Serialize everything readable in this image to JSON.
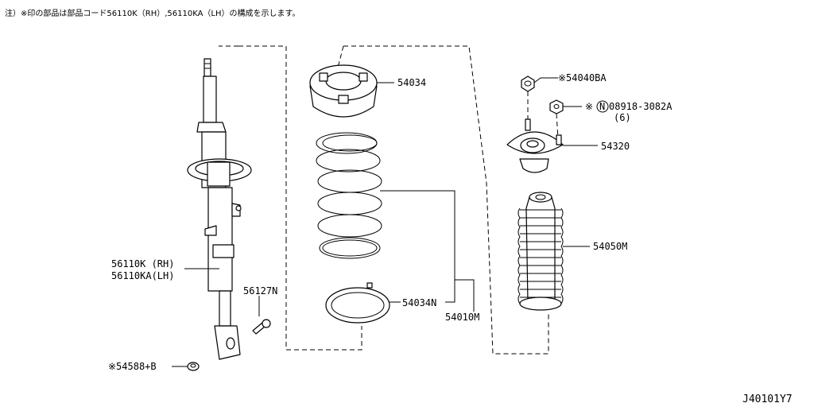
{
  "note": "注）※印の部品は部品コード56110K（RH）,56110KA（LH）の構成を示します。",
  "diagram_code": "J40101Y7",
  "parts": {
    "strut_rh": "56110K (RH)",
    "strut_lh": "56110KA(LH)",
    "bolt": "56127N",
    "nut_lower": "※54588+B",
    "mount_insulator": "54034",
    "spring": "54010M",
    "spring_seat": "54034N",
    "nut_top": "※54040BA",
    "nut_mount_prefix": "※",
    "nut_mount_circle": "N",
    "nut_mount": "08918-3082A",
    "nut_mount_qty": "(6)",
    "mount_bracket": "54320",
    "bound_bumper": "54050M"
  }
}
